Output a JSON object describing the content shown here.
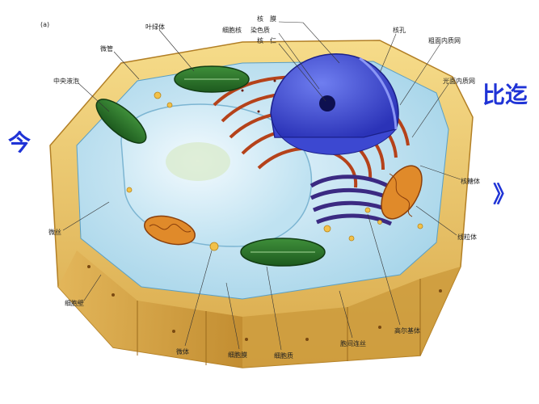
{
  "figure": {
    "panel_mark": "(a)",
    "overlay_text_left": "今",
    "overlay_text_right_top": "比迄",
    "overlay_text_right_mid": "》",
    "labels": {
      "chloroplast": "叶绿体",
      "microtubule": "微管",
      "central_vacuole": "中央液泡",
      "nuclear_envelope": "核　膜",
      "nucleus": "细胞核",
      "chromatin": "染色质",
      "nucleolus": "核　仁",
      "nuclear_pore": "核孔",
      "rough_er": "粗面内质网",
      "smooth_er": "光面内质网",
      "ribosome": "核糖体",
      "mitochondrion": "线粒体",
      "golgi": "高尔基体",
      "plasmodesma": "胞间连丝",
      "cytoplasm": "细胞质",
      "cell_membrane": "细胞膜",
      "microbody": "微体",
      "cell_wall": "细胞壁",
      "microfilament": "微丝"
    }
  }
}
